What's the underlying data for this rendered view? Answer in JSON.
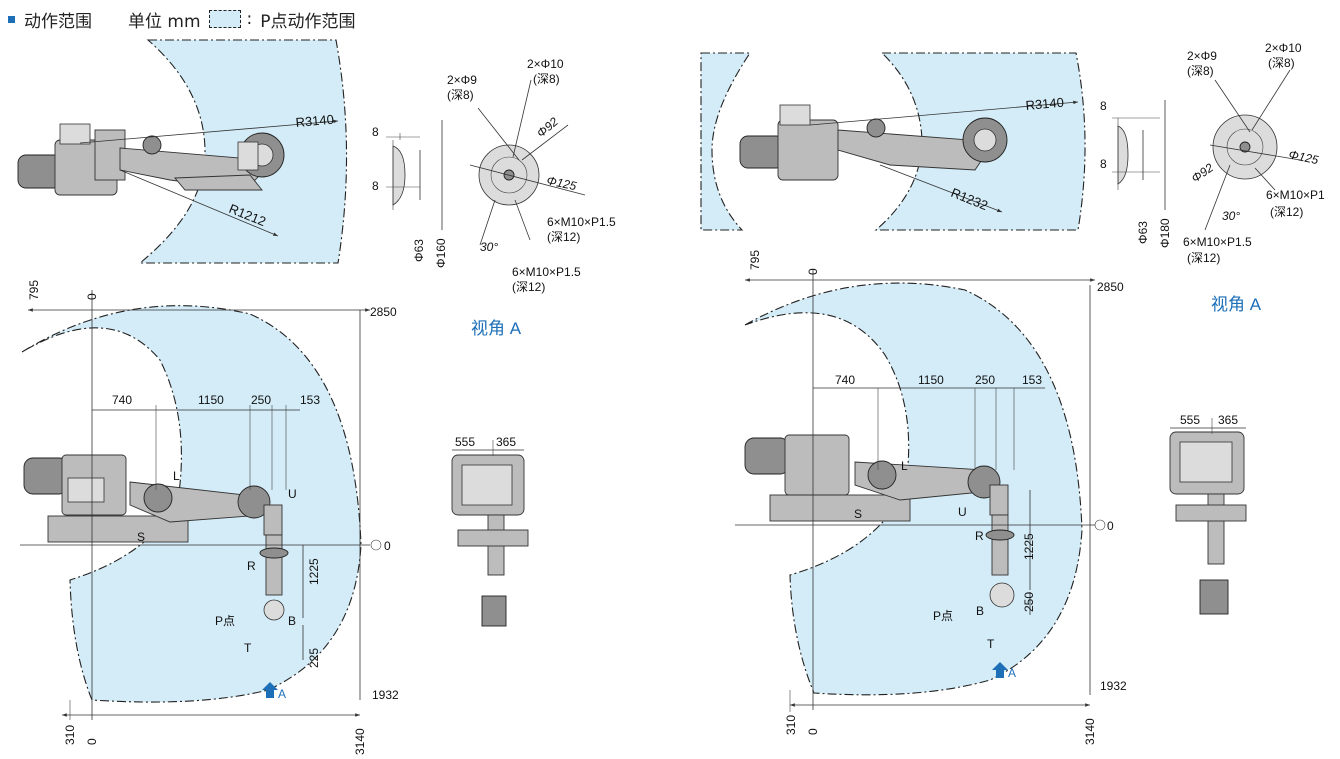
{
  "legend": {
    "title": "动作范围",
    "unit": "单位 mm",
    "colon": ":",
    "zone_label": "P点动作范围",
    "zone_color": "#d3ecf7",
    "bullet_color": "#1d6fb8"
  },
  "left": {
    "top": {
      "r_outer": "R3140",
      "r_inner": "R1212"
    },
    "flange": {
      "d8_top": "8",
      "d8_bottom": "8",
      "d63": "Φ63",
      "d160": "Φ160",
      "phi9": "2×Φ9",
      "phi9_depth": "(深8)",
      "phi10": "2×Φ10",
      "phi10_depth": "(深8)",
      "pcd92": "Φ92",
      "pcd125": "Φ125",
      "angle": "30°",
      "m10a": "6×M10×P1.5",
      "m10a_depth": "(深12)",
      "m10b": "6×M10×P1.5",
      "m10b_depth": "(深12)"
    },
    "view_a": "视角 A",
    "side": {
      "d795": "795",
      "d0_top": "0",
      "d2850": "2850",
      "d740": "740",
      "d1150": "1150",
      "d250": "250",
      "d153": "153",
      "d1225": "1225",
      "d225": "225",
      "d0_right": "0",
      "d1932": "1932",
      "d310": "310",
      "d0_bottom": "0",
      "d3140": "3140",
      "axis_u": "U",
      "axis_l": "L",
      "axis_s": "S",
      "axis_r": "R",
      "axis_b": "B",
      "axis_t": "T",
      "p_point": "P点",
      "arrow_a": "A"
    },
    "front": {
      "d555": "555",
      "d365": "365"
    }
  },
  "right": {
    "top": {
      "r_outer": "R3140",
      "r_inner": "R1232"
    },
    "flange": {
      "d8_top": "8",
      "d8_bottom": "8",
      "d63": "Φ63",
      "d180": "Φ180",
      "phi9": "2×Φ9",
      "phi9_depth": "(深8)",
      "phi10": "2×Φ10",
      "phi10_depth": "(深8)",
      "pcd92": "Φ92",
      "pcd125": "Φ125",
      "angle": "30°",
      "m10a": "6×M10×P1",
      "m10a_depth": "(深12)",
      "m10b": "6×M10×P1.5",
      "m10b_depth": "(深12)"
    },
    "view_a": "视角 A",
    "side": {
      "d795": "795",
      "d0_top": "0",
      "d2850": "2850",
      "d740": "740",
      "d1150": "1150",
      "d250": "250",
      "d153": "153",
      "d1225": "1225",
      "d250_v": "250",
      "d0_right": "0",
      "d1932": "1932",
      "d310": "310",
      "d0_bottom": "0",
      "d3140": "3140",
      "axis_u": "U",
      "axis_l": "L",
      "axis_s": "S",
      "axis_r": "R",
      "axis_b": "B",
      "axis_t": "T",
      "p_point": "P点",
      "arrow_a": "A"
    },
    "front": {
      "d555": "555",
      "d365": "365"
    }
  }
}
